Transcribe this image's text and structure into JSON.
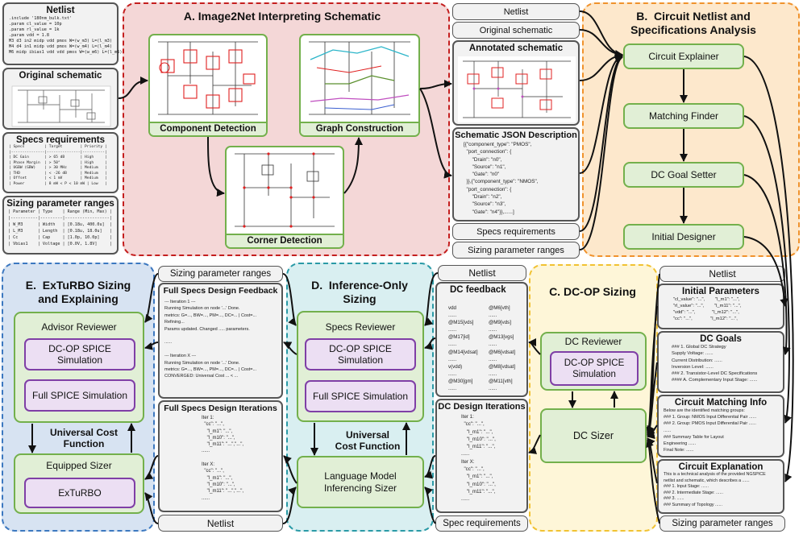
{
  "left_inputs": {
    "netlist": {
      "title": "Netlist",
      "text": ".include '180nm_bulk.txt'\n.param cl_value = 10p\n.param rl_value = 1k\n.param vdd = 1.8\nM3 d3 in2 midp vdd pmos W=(w_m3) L=(l_m3)\nM4 d4 in1 midp vdd pmos W=(w_m4) L=(l_m4)\nM6 midp ibias1 vdd vdd pmos W=(w_m6) L=(l_m6)"
    },
    "original_schematic": {
      "title": "Original schematic"
    },
    "specs": {
      "title": "Specs requirements",
      "text": "| Specs         | Target        | Priority |\n|---------------|---------------|----------|\n| DC Gain       | > 65 dB       | High     |\n| Phase Margin  | > 50°         | High     |\n| UGBW (GBW)    | > 30 MHz      | Medium   |\n| THD           | < -26 dB      | Medium   |\n| Offset        | < 1 mV        | Medium   |\n| Power         | 8 mW < P < 10 mW | Low   |"
    },
    "sizing": {
      "title": "Sizing parameter ranges",
      "text": "| Parameter | Type    | Range (Min, Max) |\n|-----------|---------|------------------|\n| W_M3      | Width   | [0.18u, 400.0u]  |\n| L_M3      | Length  | [0.18u, 18.0u]   |\n| Cc        | Cap     | [1.0p, 10.0p]    |\n| Vbias1    | Voltage | [0.0V, 1.8V]     |"
    }
  },
  "regionA": {
    "title": "A.  Image2Net Interpreting Schematic",
    "component_detection": "Component Detection",
    "graph_construction": "Graph Construction",
    "corner_detection": "Corner Detection"
  },
  "middle_column": {
    "netlist": "Netlist",
    "original_schematic": "Original schematic",
    "annotated_title": "Annotated schematic",
    "json_title": "Schematic JSON Description",
    "json_text": "[{\"component_type\": \"PMOS\",\n  \"port_connection\": {\n      \"Drain\": \"n0\",\n      \"Source\": \"n1\",\n      \"Gate\": \"n0\"\n  }},{\"component_type\": \"NMOS\",\n  \"port_connection\": {\n      \"Drain\": \"n2\",\n      \"Source\": \"n3\",\n      \"Gate\": \"n4\"}},......]",
    "specs": "Specs requirements",
    "sizing": "Sizing parameter ranges"
  },
  "regionB": {
    "title": "B.  Circuit Netlist and\nSpecifications Analysis",
    "steps": [
      "Circuit Explainer",
      "Matching Finder",
      "DC Goal Setter",
      "Initial Designer"
    ]
  },
  "regionC": {
    "title": "C.  DC-OP Sizing",
    "dc_reviewer": "DC Reviewer",
    "dc_op_spice": "DC-OP SPICE\nSimulation",
    "dc_sizer": "DC Sizer"
  },
  "right_column": {
    "netlist": "Netlist",
    "initial_params": {
      "title": "Initial Parameters",
      "text": "\"cl_value\": \"...\",        \"l_m1\": \"...\",\n\"rl_value\": \"...\",        \"l_m11\": \"...\",\n\"vdd\": \"...\",             \"l_m12\": \"...\",\n\"cc\": \"...\",              \"l_m12\": \"...\","
    },
    "dc_goals": {
      "title": "DC Goals",
      "text": "### 1. Global DC Strategy\nSupply Voltage: ......\nCurrent Distribution: ......\nInversion Level: ......\n### 2. Transistor-Level DC Specifications\n#### A. Complementary Input Stage: ......"
    },
    "matching": {
      "title": "Circuit Matching Info",
      "text": "Below are the identified matching groups:\n### 1. Group: NMOS Input Differential Pair ......\n### 2. Group: PMOS Input Differential Pair ......\n......\n### Summary Table for Layout\nEngineering ......\nFinal Note: ......"
    },
    "explanation": {
      "title": "Circuit Explanation",
      "text": "This is a technical analysis of the provided NGSPICE\nnetlist and schematic, which describes a ......\n### 1. Input Stage: ......\n### 2. Intermediate Stage: ......\n### 3. ......\n### Summary of Topology ......"
    },
    "sizing": "Sizing parameter ranges"
  },
  "dc_column": {
    "netlist": "Netlist",
    "feedback_title": "DC feedback",
    "feedback_left": "vdd\n......\n@M15[vds]\n......\n@M17[id]\n......\n@M14[vdsat]\n......\nv(vdd)\n......\n@M30[gm]\n......",
    "feedback_right": "@M6[vth]\n......\n@M9[vds]\n......\n@M13[vgs]\n......\n@M6[vdsat]\n......\n@M8[vdsat]\n......\n@M11[vth]\n......",
    "iterations_title": "DC Design Iterations",
    "iterations_text": "Iter 1:\n  \"cc\": \"...\",\n    \"l_m1\": \"...\",\n    \"l_m10\": \"...\",\n    \"l_m11\": \"...\",\n......\nIter X:\n  \"cc\": \"...\",\n    \"l_m1\": \"...\",\n    \"l_m10\": \"...\",\n    \"l_m11\": \"...\",\n......",
    "specs": "Spec requirements"
  },
  "regionD": {
    "title": "D.  Inference-Only\nSizing",
    "specs_reviewer": "Specs Reviewer",
    "dc_op_spice": "DC-OP SPICE\nSimulation",
    "full_spice": "Full SPICE Simulation",
    "cost": "Universal\nCost Function",
    "lm_sizer": "Language Model\nInferencing Sizer"
  },
  "feedback_column": {
    "sizing": "Sizing parameter ranges",
    "feedback_title": "Full Specs Design Feedback",
    "feedback_text": "--- Iteration 1 ---\nRunning Simulation on node '...' Done.\nmetrics: G=..., BW=..., PM=..., DC=... | Cost=...\nRefining...\nParams updated. Changed ..... parameters.\n\n......\n\n--- Iteration X ---\nRunning Simulation on node '...' Done.\nmetrics: G=..., BW=..., PM=..., DC=... | Cost=...\nCONVERGED: Universal Cost ... < ...",
    "iterations_title": "Full Specs Design Iterations",
    "iterations_text": "Iter 1:\n  \"cc\": \"...\",\n    \"l_m1\": \"...\",\n    \"l_m10\": \"...\",\n    \"l_m11\": \"...\",\"...\",\n......\n\nIter X:\n  \"cc\": \"...\",\n    \"l_m1\": \"...\",\n    \"l_m10\": \"...\",\n    \"l_m11\": \"...\",\"...\",\n......",
    "netlist": "Netlist"
  },
  "regionE": {
    "title": "E.  ExTuRBO Sizing\nand Explaining",
    "advisor": "Advisor Reviewer",
    "dc_op_spice": "DC-OP SPICE\nSimulation",
    "full_spice": "Full SPICE Simulation",
    "cost": "Universal Cost\nFunction",
    "equipped_sizer": "Equipped Sizer",
    "exturbo": "ExTuRBO"
  },
  "colors": {
    "regionA_border": "#c41e1e",
    "regionA_fill": "#f4d7d7",
    "regionB_border": "#f0922c",
    "regionB_fill": "#fde8cc",
    "regionC_border": "#f1c232",
    "regionC_fill": "#fef6d8",
    "regionD_border": "#2a9aa6",
    "regionD_fill": "#d9eff1",
    "regionE_border": "#3c78c0",
    "regionE_fill": "#d7e3f2"
  }
}
